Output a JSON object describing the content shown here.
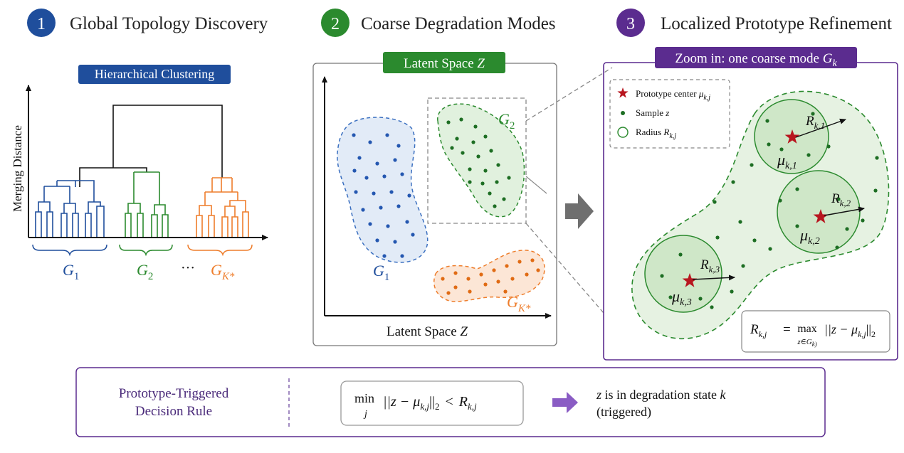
{
  "colors": {
    "blue": "#1f4e9c",
    "green": "#2b8a2e",
    "orange": "#ee7d2b",
    "purple": "#5b2c8f",
    "dark_red": "#b8161f",
    "grey": "#888888"
  },
  "steps": [
    {
      "number": "1",
      "title": "Global Topology Discovery"
    },
    {
      "number": "2",
      "title": "Coarse Degradation Modes"
    },
    {
      "number": "3",
      "title": "Localized Prototype Refinement"
    }
  ],
  "panel1": {
    "badge": "Hierarchical Clustering",
    "y_axis_label": "Merging Distance",
    "groups": [
      {
        "base": "G",
        "sub": "1"
      },
      {
        "base": "G",
        "sub": "2"
      },
      {
        "base": "G",
        "sub": "K*"
      }
    ],
    "ellipsis": "···"
  },
  "panel2": {
    "badge_text": "Latent Space ",
    "badge_var": "Z",
    "x_axis_text": "Latent Space ",
    "x_axis_var": "Z",
    "clusters": [
      {
        "base": "G",
        "sub": "1"
      },
      {
        "base": "G",
        "sub": "2"
      },
      {
        "base": "G",
        "sub": "K*"
      }
    ]
  },
  "panel3": {
    "badge_text": "Zoom in: one coarse mode ",
    "badge_var": "G",
    "badge_sub": "k",
    "legend": {
      "prototype_text": "Prototype center ",
      "prototype_var": "μ",
      "prototype_sub": "k,j",
      "sample_text": "Sample ",
      "sample_var": "z",
      "radius_text": "Radius ",
      "radius_var": "R",
      "radius_sub": "k,j"
    },
    "prototypes": [
      {
        "mu": "μ",
        "mu_sub": "k,1",
        "r": "R",
        "r_sub": "k,1"
      },
      {
        "mu": "μ",
        "mu_sub": "k,2",
        "r": "R",
        "r_sub": "k,2"
      },
      {
        "mu": "μ",
        "mu_sub": "k,3",
        "r": "R",
        "r_sub": "k,3"
      }
    ],
    "formula": {
      "lhs": "R",
      "lhs_sub": "k,j",
      "eq": "=",
      "op": "max",
      "op_under": "z∈G",
      "op_under_sub": "k)",
      "body_open": "||z − μ",
      "body_sub": "k,j",
      "body_close": "||",
      "norm_sub": "2"
    }
  },
  "rule": {
    "title_line1": "Prototype-Triggered",
    "title_line2": "Decision Rule",
    "min_op": "min",
    "min_under": "j",
    "expr_open": "||z − μ",
    "expr_sub": "k,j",
    "expr_close": "||",
    "norm_sub": "2",
    "lt": "<",
    "rhs": "R",
    "rhs_sub": "k,j",
    "result_var": "z",
    "result_text": " is in degradation state ",
    "result_k": "k",
    "result_line2": "(triggered)"
  }
}
